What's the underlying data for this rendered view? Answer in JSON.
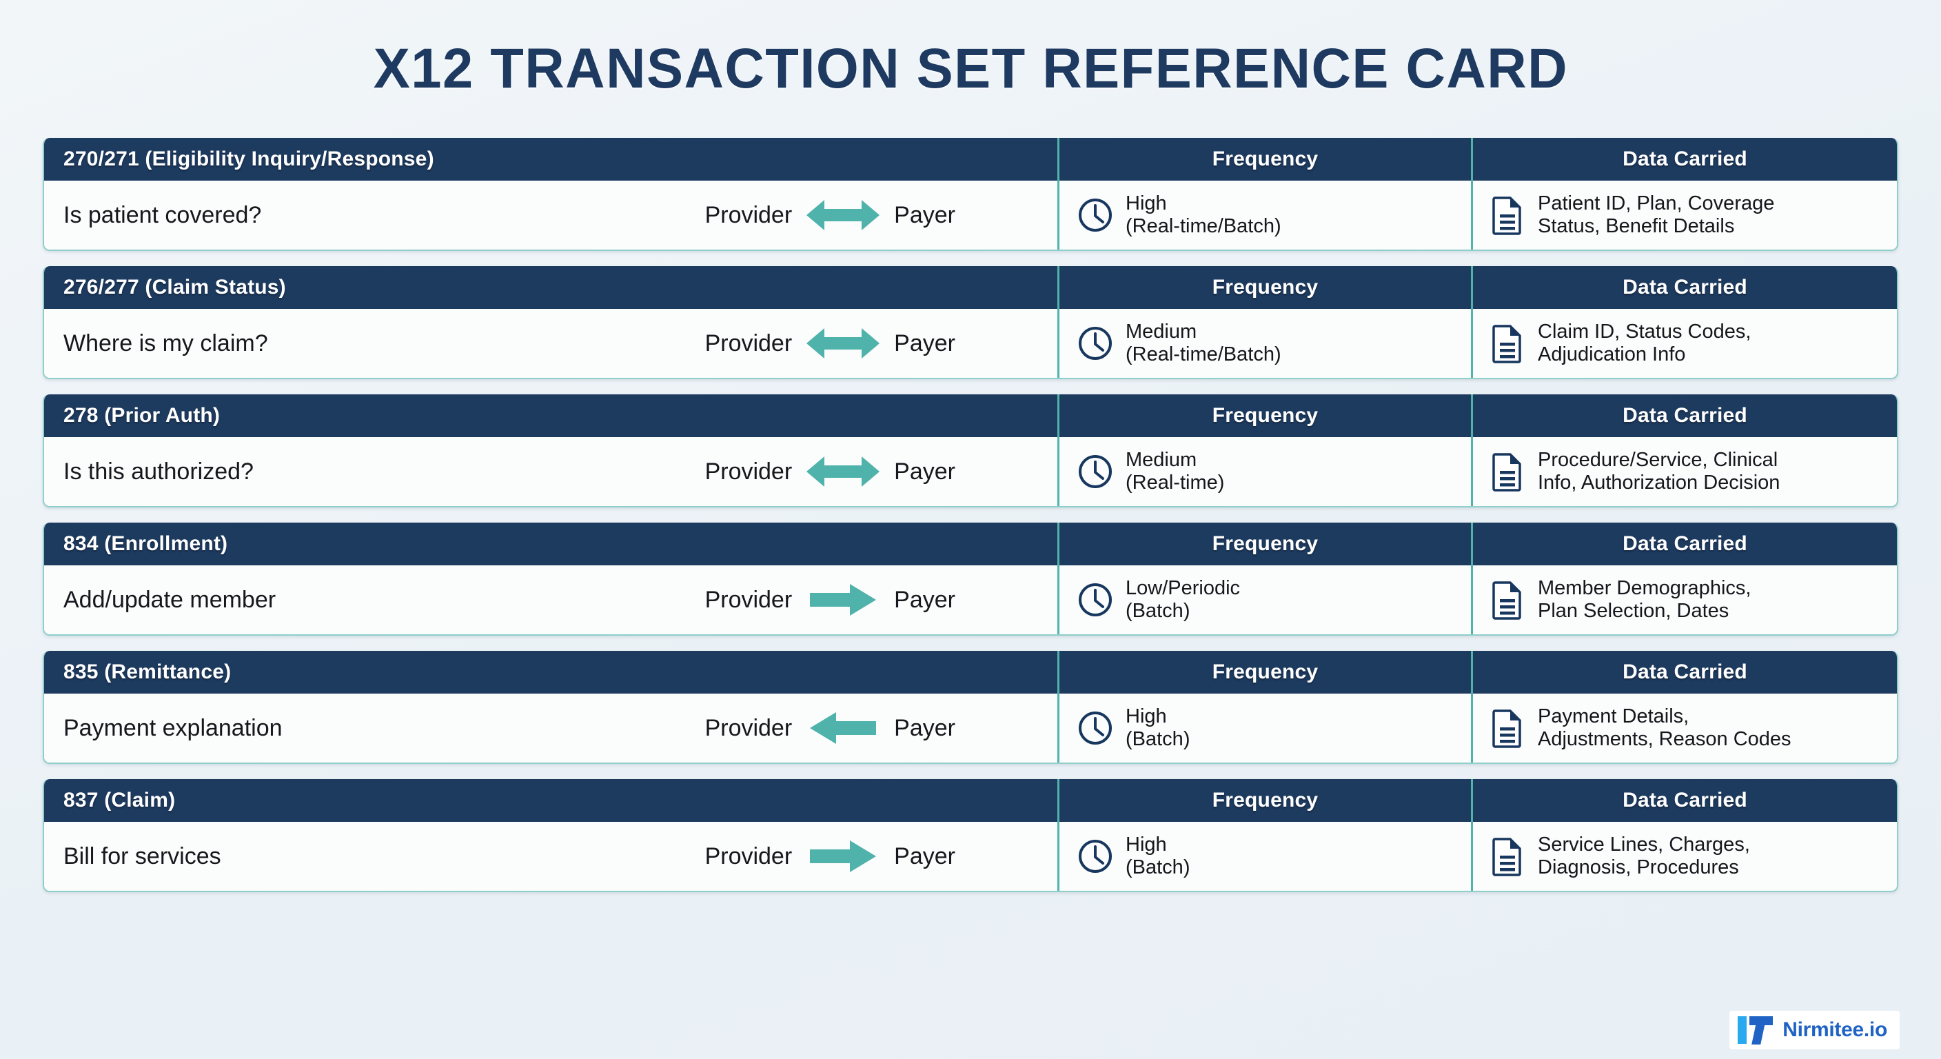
{
  "page": {
    "title": "X12 Transaction Set Reference Card",
    "background_color": "#eef3f7",
    "navy": "#1d3a5f",
    "teal": "#4fb3ab",
    "border_teal": "#8fcfc9"
  },
  "columns": {
    "frequency_header": "Frequency",
    "data_carried_header": "Data Carried"
  },
  "flow": {
    "source_label": "Provider",
    "target_label": "Payer"
  },
  "icons": {
    "clock": "clock-icon",
    "document": "document-icon",
    "arrow_both": "arrow-bidirectional-icon",
    "arrow_right": "arrow-right-icon",
    "arrow_left": "arrow-left-icon"
  },
  "rows": [
    {
      "code": "270/271 (Eligibility Inquiry/Response)",
      "purpose": "Is patient covered?",
      "direction": "both",
      "from": "Provider",
      "to": "Payer",
      "frequency_level": "High",
      "frequency_mode": "(Real-time/Batch)",
      "data_line1": "Patient ID, Plan, Coverage",
      "data_line2": "Status, Benefit Details"
    },
    {
      "code": "276/277 (Claim Status)",
      "purpose": "Where is my claim?",
      "direction": "both",
      "from": "Provider",
      "to": "Payer",
      "frequency_level": "Medium",
      "frequency_mode": "(Real-time/Batch)",
      "data_line1": "Claim ID, Status Codes,",
      "data_line2": "Adjudication Info"
    },
    {
      "code": "278 (Prior Auth)",
      "purpose": "Is this authorized?",
      "direction": "both",
      "from": "Provider",
      "to": "Payer",
      "frequency_level": "Medium",
      "frequency_mode": "(Real-time)",
      "data_line1": "Procedure/Service, Clinical",
      "data_line2": "Info, Authorization Decision"
    },
    {
      "code": "834 (Enrollment)",
      "purpose": "Add/update member",
      "direction": "right",
      "from": "Provider",
      "to": "Payer",
      "frequency_level": "Low/Periodic",
      "frequency_mode": "(Batch)",
      "data_line1": "Member Demographics,",
      "data_line2": "Plan Selection, Dates"
    },
    {
      "code": "835 (Remittance)",
      "purpose": "Payment explanation",
      "direction": "left",
      "from": "Provider",
      "to": "Payer",
      "frequency_level": "High",
      "frequency_mode": "(Batch)",
      "data_line1": "Payment Details,",
      "data_line2": "Adjustments, Reason Codes"
    },
    {
      "code": "837 (Claim)",
      "purpose": "Bill for services",
      "direction": "right",
      "from": "Provider",
      "to": "Payer",
      "frequency_level": "High",
      "frequency_mode": "(Batch)",
      "data_line1": "Service Lines, Charges,",
      "data_line2": "Diagnosis, Procedures"
    }
  ],
  "footer": {
    "brand": "Nirmitee.io"
  }
}
